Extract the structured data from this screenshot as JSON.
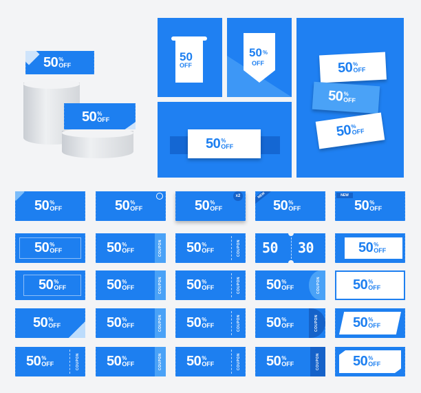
{
  "coupon": {
    "value": "50",
    "percent": "%",
    "off": "OFF"
  },
  "labels": {
    "coupon": "COUPON",
    "new": "NEW",
    "times_two": "x2"
  },
  "split": {
    "left": "50",
    "right": "30"
  },
  "colors": {
    "blue": "#1d7ff0",
    "light_blue": "#4aa2f7",
    "white": "#ffffff",
    "background": "#f3f4f6"
  }
}
